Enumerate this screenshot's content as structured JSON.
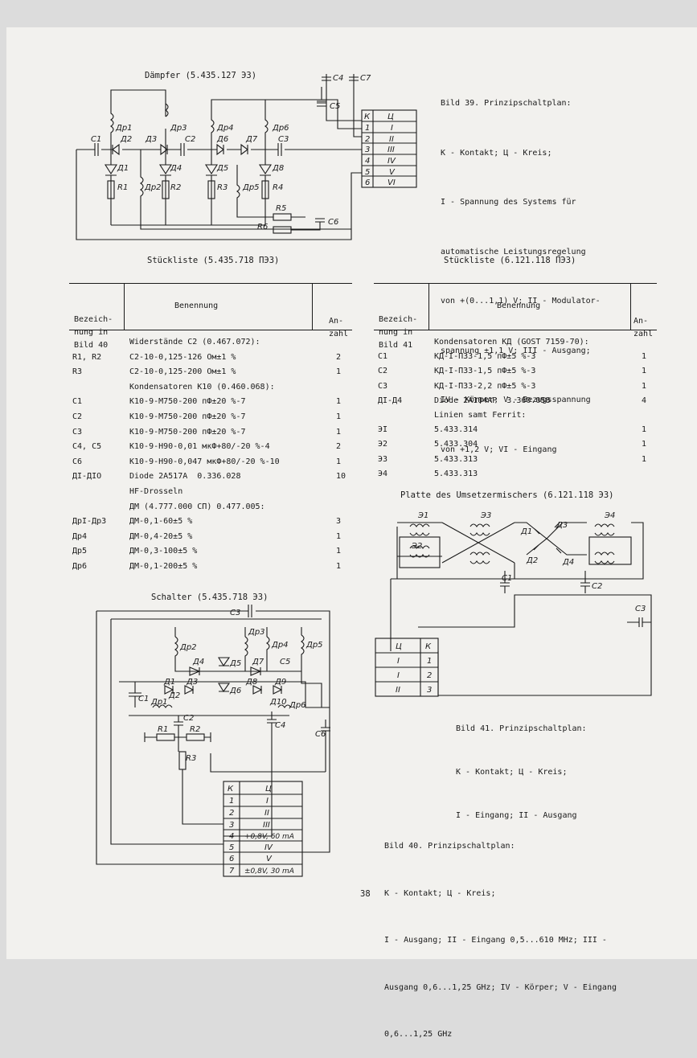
{
  "top_schematic": {
    "title": "Dämpfer (5.435.127 ЭЗ)",
    "labels": [
      "С1",
      "Др1",
      "Д2",
      "Д1",
      "R1",
      "Д3",
      "Др2",
      "Др3",
      "С2",
      "Д4",
      "R2",
      "Др4",
      "Д6",
      "Д5",
      "R3",
      "Д7",
      "Др6",
      "С3",
      "Д8",
      "Др5",
      "R4",
      "R5",
      "R6",
      "С4",
      "С7",
      "С5",
      "С6"
    ],
    "pin_table": {
      "head": [
        "К",
        "Ц"
      ],
      "rows": [
        [
          "1",
          "I"
        ],
        [
          "2",
          "II"
        ],
        [
          "3",
          "III"
        ],
        [
          "4",
          "IV"
        ],
        [
          "5",
          "V"
        ],
        [
          "6",
          "VI"
        ]
      ]
    }
  },
  "caption39": {
    "lines": [
      "Bild 39. Prinzipschaltplan:",
      "K - Kontakt; Ц - Kreis;",
      "I - Spannung des Systems für",
      "automatische Leistungsregelung",
      "von +(0...1,1) V; II - Modulator-",
      "spannung ±1,1 V; III - Ausgang;",
      "IV - Körper; V - Bezugsspannung",
      "von +1,2 V; VI - Eingang"
    ]
  },
  "list_left": {
    "title": "Stückliste (5.435.718 ПЭЗ)",
    "head": {
      "col1": [
        "Bezeich-",
        "nung in",
        "Bild 40"
      ],
      "col2": "Benennung",
      "col3": [
        "An-",
        "zahl"
      ]
    },
    "rows": [
      {
        "a": "",
        "b": "Widerstände С2 (0.467.072):",
        "c": ""
      },
      {
        "a": "R1, R2",
        "b": "С2-10-0,125-126 Ом±1 %",
        "c": "2"
      },
      {
        "a": "R3",
        "b": "С2-10-0,125-200 Ом±1 %",
        "c": "1"
      },
      {
        "a": "",
        "b": "Kondensatoren К10 (0.460.068):",
        "c": ""
      },
      {
        "a": "C1",
        "b": "К10-9-М750-200 пФ±20 %-7",
        "c": "1"
      },
      {
        "a": "C2",
        "b": "К10-9-М750-200 пФ±20 %-7",
        "c": "1"
      },
      {
        "a": "C3",
        "b": "К10-9-М750-200 пФ±20 %-7",
        "c": "1"
      },
      {
        "a": "C4, C5",
        "b": "К10-9-Н90-0,01 мкФ+80/-20 %-4",
        "c": "2"
      },
      {
        "a": "C6",
        "b": "К10-9-Н90-0,047 мкФ+80/-20 %-10",
        "c": "1"
      },
      {
        "a": "ДI-ДIO",
        "b": "Diode 2А517А  0.336.028",
        "c": "10"
      },
      {
        "a": "",
        "b": "HF-Drosseln",
        "c": ""
      },
      {
        "a": "",
        "b": "ДМ (4.777.000 СП) 0.477.005:",
        "c": ""
      },
      {
        "a": "ДрI-Др3",
        "b": "ДМ-0,1-60±5 %",
        "c": "3"
      },
      {
        "a": "Др4",
        "b": "ДМ-0,4-20±5 %",
        "c": "1"
      },
      {
        "a": "Др5",
        "b": "ДМ-0,3-100±5 %",
        "c": "1"
      },
      {
        "a": "Др6",
        "b": "ДМ-0,1-200±5 %",
        "c": "1"
      }
    ]
  },
  "list_right": {
    "title": "Stückliste (6.121.118 ПЭЗ)",
    "head": {
      "col1": [
        "Bezeich-",
        "nung in",
        "Bild 41"
      ],
      "col2": "Benennung",
      "col3": [
        "An-",
        "zahl"
      ]
    },
    "rows": [
      {
        "a": "",
        "b": "Kondensatoren КД (GOST 7159-70):",
        "c": ""
      },
      {
        "a": "C1",
        "b": "КД-I-ПЗЗ-1,5 пФ±5 %-3",
        "c": "1"
      },
      {
        "a": "C2",
        "b": "КД-I-ПЗЗ-1,5 пФ±5 %-3",
        "c": "1"
      },
      {
        "a": "C3",
        "b": "КД-I-ПЗЗ-2,2 пФ±5 %-3",
        "c": "1"
      },
      {
        "a": "ДI-Д4",
        "b": "Diode 2А104АР  3.360.058",
        "c": "4"
      },
      {
        "a": "",
        "b": "Linien samt Ferrit:",
        "c": ""
      },
      {
        "a": "ЭI",
        "b": "5.433.314",
        "c": "1"
      },
      {
        "a": "Э2",
        "b": "5.433.304",
        "c": "1"
      },
      {
        "a": "Э3",
        "b": "5.433.313",
        "c": "1"
      },
      {
        "a": "Э4",
        "b": "5.433.313",
        "c": ""
      }
    ]
  },
  "bottom_left_schematic": {
    "title": "Schalter (5.435.718 ЭЗ)",
    "labels": [
      "С3",
      "Др2",
      "Др3",
      "Др4",
      "Др5",
      "Д4",
      "Д5",
      "Д7",
      "С5",
      "Д1",
      "Д3",
      "Д6",
      "Д8",
      "Д9",
      "С1",
      "Др1",
      "Д2",
      "Д10",
      "Др6",
      "С2",
      "С4",
      "С6",
      "R1",
      "R2",
      "R3"
    ],
    "pin_table": {
      "head": [
        "К",
        "Ц"
      ],
      "rows": [
        [
          "1",
          "I"
        ],
        [
          "2",
          "II"
        ],
        [
          "3",
          "III"
        ],
        [
          "4",
          "+0,8V, 60 mA"
        ],
        [
          "5",
          "IV"
        ],
        [
          "6",
          "V"
        ],
        [
          "7",
          "±0,8V, 30 mA"
        ]
      ]
    }
  },
  "right_schematic": {
    "title": "Platte des Umsetzermischers (6.121.118 ЭЗ)",
    "labels": [
      "Э1",
      "Э2",
      "Э3",
      "Э4",
      "Д1",
      "Д2",
      "Д3",
      "Д4",
      "С1",
      "С2",
      "С3"
    ],
    "pin_table": {
      "head": [
        "Ц",
        "К"
      ],
      "rows": [
        [
          "I",
          "1"
        ],
        [
          "I",
          "2"
        ],
        [
          "II",
          "3"
        ]
      ]
    }
  },
  "caption41": {
    "lines": [
      "Bild 41. Prinzipschaltplan:",
      "K - Kontakt; Ц - Kreis;",
      "I - Eingang; II - Ausgang"
    ]
  },
  "caption40": {
    "lines": [
      "Bild 40. Prinzipschaltplan:",
      "K - Kontakt; Ц - Kreis;",
      "I - Ausgang; II - Eingang 0,5...610 MHz; III -",
      "Ausgang 0,6...1,25 GHz; IV - Körper; V - Eingang",
      "0,6...1,25 GHz"
    ]
  },
  "page_number": "38"
}
